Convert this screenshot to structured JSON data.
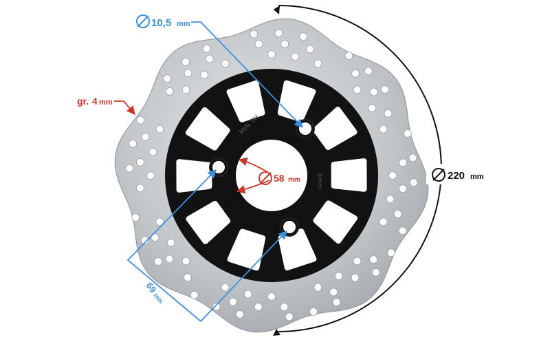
{
  "labels": {
    "hole": {
      "value": "10,5",
      "unit": "mm"
    },
    "thickness": {
      "prefix": "gr.",
      "value": "4",
      "unit": "mm"
    },
    "center": {
      "value": "58",
      "unit": "mm"
    },
    "outer": {
      "value": "220",
      "unit": "mm"
    },
    "pitch": {
      "value": "69",
      "unit": "mm"
    }
  },
  "embossed": {
    "min_th": "MIN.TH.",
    "thickness_mark": "3mm"
  },
  "colors": {
    "blue": "#3d8fe0",
    "red": "#c8382c",
    "black_dim": "#111111",
    "steel": "#c9cbce",
    "hub": "#121212"
  }
}
